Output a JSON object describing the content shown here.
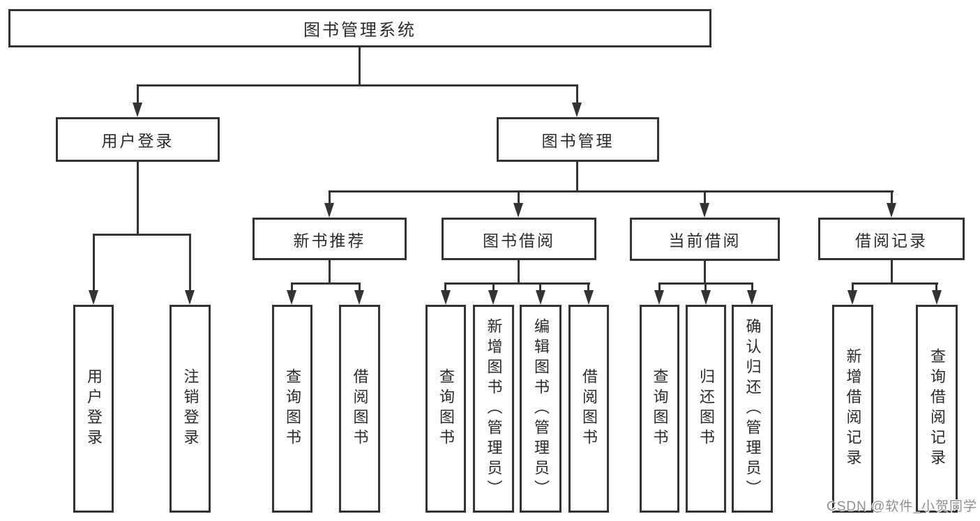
{
  "diagram_title": "图书管理系统",
  "tree": {
    "label": "图书管理系统",
    "children": [
      {
        "label": "用户登录",
        "children": [
          {
            "label": "用户登录"
          },
          {
            "label": "注销登录"
          }
        ]
      },
      {
        "label": "图书管理",
        "children": [
          {
            "label": "新书推荐",
            "children": [
              {
                "label": "查询图书"
              },
              {
                "label": "借阅图书"
              }
            ]
          },
          {
            "label": "图书借阅",
            "children": [
              {
                "label": "查询图书"
              },
              {
                "label": "新增图书（管理员）"
              },
              {
                "label": "编辑图书（管理员）"
              },
              {
                "label": "借阅图书"
              }
            ]
          },
          {
            "label": "当前借阅",
            "children": [
              {
                "label": "查询图书"
              },
              {
                "label": "归还图书"
              },
              {
                "label": "确认归还（管理员）"
              }
            ]
          },
          {
            "label": "借阅记录",
            "children": [
              {
                "label": "新增借阅记录"
              },
              {
                "label": "查询借阅记录"
              }
            ]
          }
        ]
      }
    ]
  },
  "watermark": {
    "text": "CSDN @软件_小贺同学"
  },
  "colors": {
    "line": "#333333",
    "text": "#2b2b2b",
    "background": "#ffffff",
    "watermark": "#8f8f8f"
  }
}
